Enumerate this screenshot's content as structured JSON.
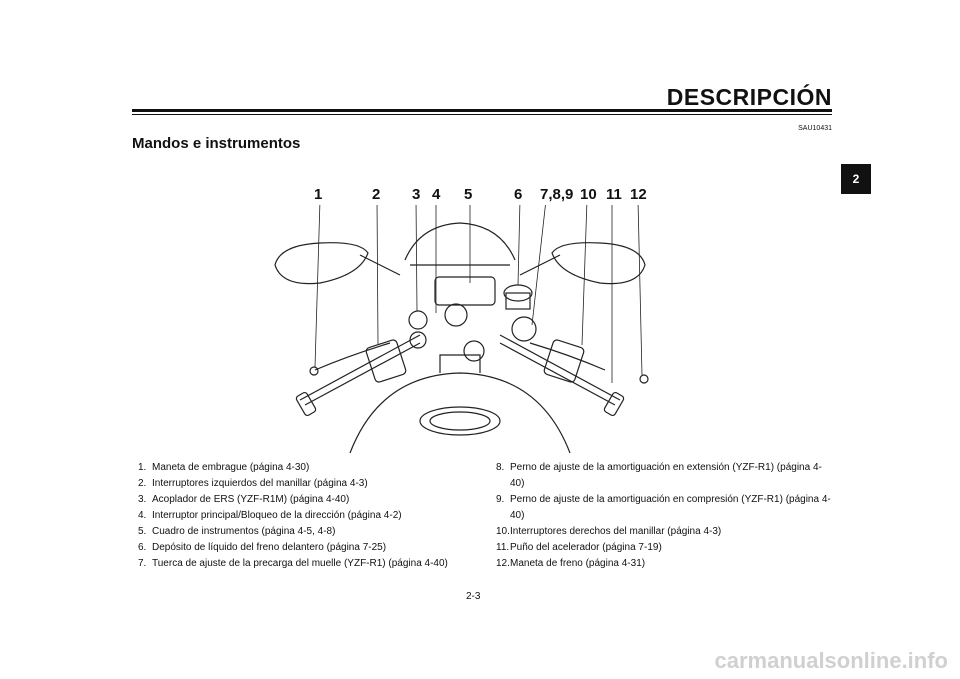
{
  "header": {
    "title": "DESCRIPCIÓN",
    "code": "SAU10431"
  },
  "section": {
    "title": "Mandos e instrumentos"
  },
  "chapter_tab": "2",
  "callouts": [
    "1",
    "2",
    "3",
    "4",
    "5",
    "6",
    "7,8,9",
    "10",
    "11",
    "12"
  ],
  "list_left": [
    {
      "num": "1.",
      "text": "Maneta de embrague (página 4-30)"
    },
    {
      "num": "2.",
      "text": "Interruptores izquierdos del manillar (página 4-3)"
    },
    {
      "num": "3.",
      "text": "Acoplador de ERS (YZF-R1M) (página 4-40)"
    },
    {
      "num": "4.",
      "text": "Interruptor principal/Bloqueo de la dirección (página 4-2)"
    },
    {
      "num": "5.",
      "text": "Cuadro de instrumentos (página 4-5, 4-8)"
    },
    {
      "num": "6.",
      "text": "Depósito de líquido del freno delantero (página 7-25)"
    },
    {
      "num": "7.",
      "text": "Tuerca de ajuste de la precarga del muelle (YZF-R1) (página 4-40)"
    }
  ],
  "list_right": [
    {
      "num": "8.",
      "text": "Perno de ajuste de la amortiguación en extensión (YZF-R1) (página 4-40)"
    },
    {
      "num": "9.",
      "text": "Perno de ajuste de la amortiguación en compresión (YZF-R1) (página 4-40)"
    },
    {
      "num": "10.",
      "text": "Interruptores derechos del manillar (página 4-3)"
    },
    {
      "num": "11.",
      "text": "Puño del acelerador (página 7-19)"
    },
    {
      "num": "12.",
      "text": "Maneta de freno (página 4-31)"
    }
  ],
  "page_number": "2-3",
  "footer": "carmanualsonline.info"
}
